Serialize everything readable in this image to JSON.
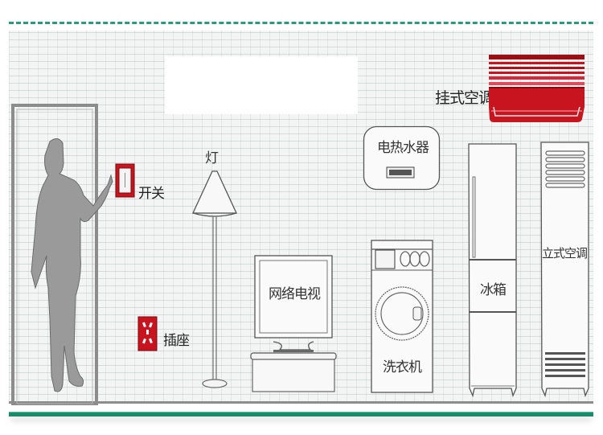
{
  "diagram": {
    "title": "",
    "theme_colors": {
      "accent_red": "#c8141e",
      "frame_green": "#1e8a6c",
      "line_gray": "#555555",
      "silhouette_gray": "#9a9a9a"
    },
    "labels": {
      "switch": "开关",
      "lamp": "灯",
      "socket": "插座",
      "tv": "网络电视",
      "water_heater": "电热水器",
      "washer": "洗衣机",
      "fridge": "冰箱",
      "wall_ac": "挂式空调",
      "floor_ac": "立式空调"
    },
    "items": [
      {
        "name": "person",
        "icon": "person-silhouette-icon"
      },
      {
        "name": "door",
        "icon": "door-frame-icon"
      },
      {
        "name": "switch",
        "icon": "switch-icon",
        "highlight": true
      },
      {
        "name": "socket",
        "icon": "socket-icon",
        "highlight": true
      },
      {
        "name": "lamp",
        "icon": "floor-lamp-icon"
      },
      {
        "name": "tv",
        "icon": "tv-icon"
      },
      {
        "name": "water_heater",
        "icon": "water-heater-icon"
      },
      {
        "name": "washer",
        "icon": "washing-machine-icon"
      },
      {
        "name": "fridge",
        "icon": "fridge-icon"
      },
      {
        "name": "wall_ac",
        "icon": "wall-ac-icon",
        "highlight": true
      },
      {
        "name": "floor_ac",
        "icon": "floor-ac-icon"
      }
    ]
  }
}
